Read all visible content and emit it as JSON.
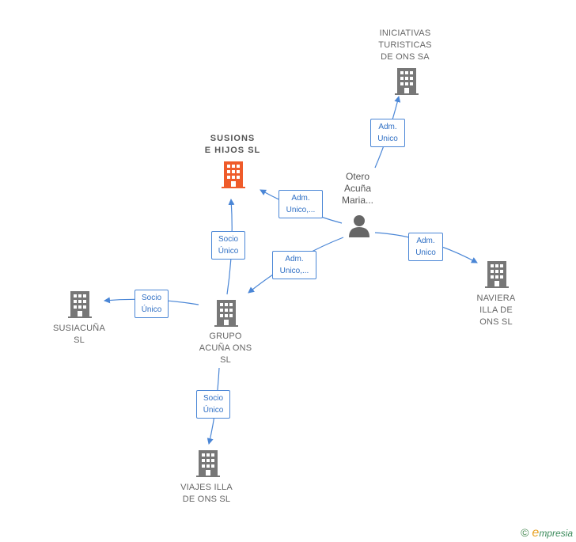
{
  "nodes": {
    "iniciativas": {
      "label": "INICIATIVAS\nTURISTICAS\nDE ONS SA",
      "color": "#777777"
    },
    "susions": {
      "label": "SUSIONS\nE HIJOS  SL",
      "color": "#ef5b2a"
    },
    "otero": {
      "label": "Otero\nAcuña\nMaria..."
    },
    "naviera": {
      "label": "NAVIERA\nILLA DE\nONS SL",
      "color": "#777777"
    },
    "susiacuna": {
      "label": "SUSIACUÑA\nSL",
      "color": "#777777"
    },
    "grupo": {
      "label": "GRUPO\nACUÑA ONS\nSL",
      "color": "#777777"
    },
    "viajes": {
      "label": "VIAJES ILLA\nDE ONS  SL",
      "color": "#777777"
    }
  },
  "edges": {
    "otero_iniciativas": "Adm.\nUnico",
    "otero_susions": "Adm.\nUnico,...",
    "otero_naviera": "Adm.\nUnico",
    "otero_grupo": "Adm.\nUnico,...",
    "grupo_susions": "Socio\nÚnico",
    "grupo_susiacuna": "Socio\nÚnico",
    "grupo_viajes": "Socio\nÚnico"
  },
  "footer": {
    "copyright": "©",
    "brand_initial": "e",
    "brand_rest": "mpresia"
  },
  "colors": {
    "edge": "#4a86d6",
    "company": "#777777",
    "highlight": "#ef5b2a",
    "person": "#666666"
  }
}
